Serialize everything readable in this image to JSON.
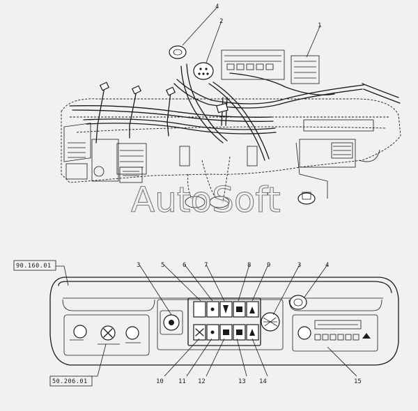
{
  "watermark": "AutoSoft",
  "callouts_top": [
    {
      "id": "c-top-4",
      "text": "4"
    },
    {
      "id": "c-top-2",
      "text": "2"
    },
    {
      "id": "c-top-1",
      "text": "1"
    }
  ],
  "callouts_bottom": [
    {
      "id": "c-b-3a",
      "text": "3"
    },
    {
      "id": "c-b-5",
      "text": "5"
    },
    {
      "id": "c-b-6",
      "text": "6"
    },
    {
      "id": "c-b-7",
      "text": "7"
    },
    {
      "id": "c-b-8",
      "text": "8"
    },
    {
      "id": "c-b-9",
      "text": "9"
    },
    {
      "id": "c-b-3b",
      "text": "3"
    },
    {
      "id": "c-b-4",
      "text": "4"
    },
    {
      "id": "c-b-10",
      "text": "10"
    },
    {
      "id": "c-b-11",
      "text": "11"
    },
    {
      "id": "c-b-12",
      "text": "12"
    },
    {
      "id": "c-b-13",
      "text": "13"
    },
    {
      "id": "c-b-14",
      "text": "14"
    },
    {
      "id": "c-b-15",
      "text": "15"
    }
  ],
  "references": {
    "ref_top": "90.160.01",
    "ref_bottom": "50.206.01"
  }
}
